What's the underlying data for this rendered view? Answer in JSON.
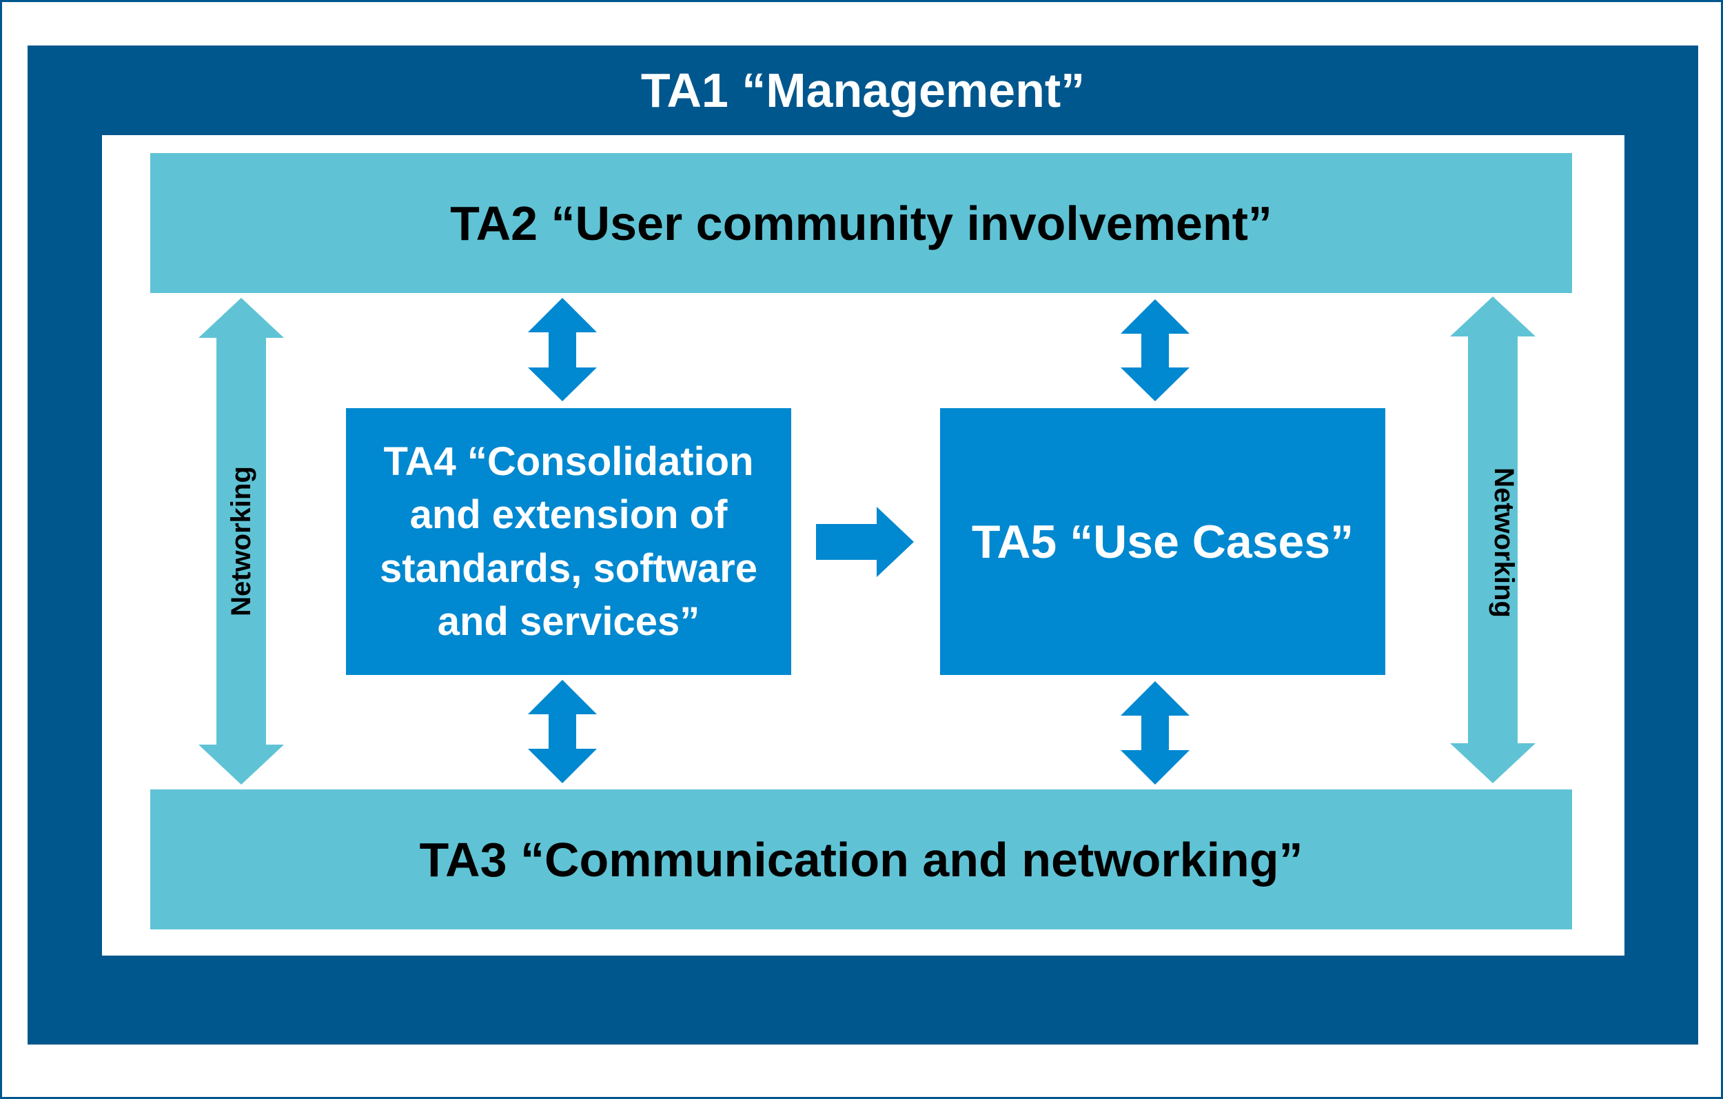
{
  "ta1": {
    "title": "TA1 “Management”"
  },
  "ta2": {
    "title": "TA2 “User community involvement”"
  },
  "ta3": {
    "title": "TA3 “Communication and networking”"
  },
  "ta4": {
    "lines": [
      "TA4 “Consolidation",
      "and extension of",
      "standards, software",
      "and services”"
    ]
  },
  "ta5": {
    "title": "TA5 “Use Cases”"
  },
  "networking": {
    "left_label": "Networking",
    "right_label": "Networking"
  },
  "colors": {
    "dark_blue": "#00578d",
    "light_blue": "#5fc3d5",
    "mid_blue": "#0088d0",
    "white": "#ffffff"
  }
}
